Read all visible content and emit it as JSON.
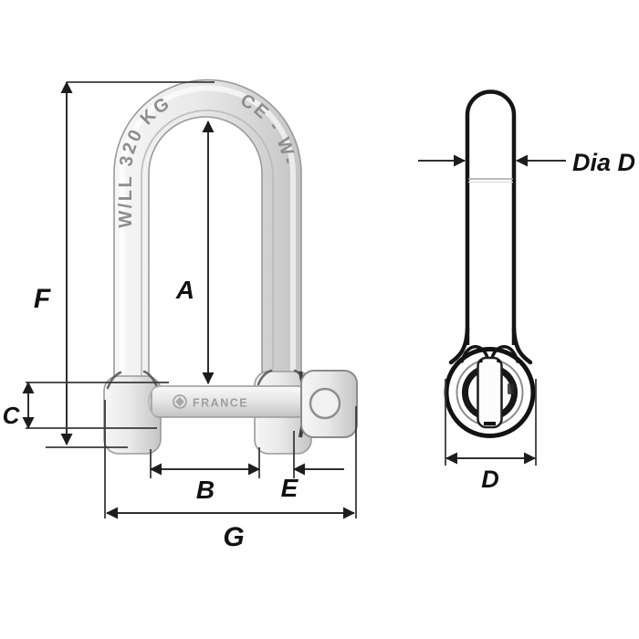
{
  "diagram": {
    "type": "technical-drawing",
    "subject": "long D shackle with self-locking pin, front view and pin side view",
    "front_view": {
      "bow_marking_left": "W/LL 320 KG",
      "bow_marking_right": "CE - W-",
      "pin_marking": "FRANCE",
      "dims": {
        "F": "F",
        "A": "A",
        "C": "C",
        "B": "B",
        "E": "E",
        "G": "G"
      }
    },
    "side_view": {
      "dims": {
        "dia": "Dia D",
        "D": "D"
      }
    },
    "colors": {
      "background": "#ffffff",
      "dimension_line": "#2f2f2f",
      "label_text": "#111111",
      "outline_dark": "#151515",
      "metal_light": "#f5f5f5",
      "metal_dark": "#c6c6c6",
      "engraving_text": "#8d8d8d"
    }
  }
}
